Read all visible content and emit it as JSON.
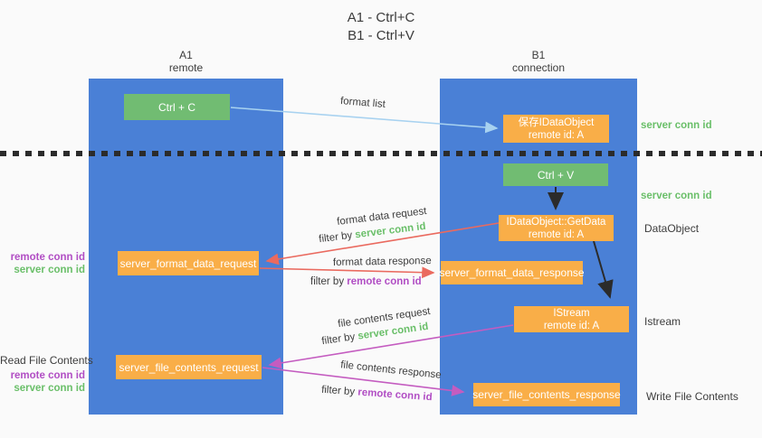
{
  "title": {
    "line1": "A1 - Ctrl+C",
    "line2": "B1 - Ctrl+V"
  },
  "columns": {
    "a1": {
      "name": "A1",
      "subtitle": "remote"
    },
    "b1": {
      "name": "B1",
      "subtitle": "connection"
    }
  },
  "nodes": {
    "ctrl_c": "Ctrl + C",
    "ctrl_v": "Ctrl + V",
    "save_idataobject": {
      "line1": "保存IDataObject",
      "line2": "remote id: A"
    },
    "getdata": {
      "line1": "IDataObject::GetData",
      "line2": "remote id: A"
    },
    "istream": {
      "line1": "IStream",
      "line2": "remote id: A"
    },
    "server_format_data_request": "server_format_data_request",
    "server_format_data_response": "server_format_data_response",
    "server_file_contents_request": "server_file_contents_request",
    "server_file_contents_response": "server_file_contents_response"
  },
  "arrow_labels": {
    "format_list": "format list",
    "format_data_request": "format data request",
    "format_data_response": "format data response",
    "file_contents_request": "file contents request",
    "file_contents_response": "file contents response",
    "filter_by": "filter by ",
    "server_conn_id": "server conn id",
    "remote_conn_id": "remote conn id"
  },
  "side_labels": {
    "right_server_conn_id_top": "server conn id",
    "right_server_conn_id_mid": "server conn id",
    "right_dataobject": "DataObject",
    "right_istream": "Istream",
    "right_write_file_contents": "Write File Contents",
    "left_remote_conn_id_1": "remote conn id",
    "left_server_conn_id_1": "server conn id",
    "left_read_file_contents": "Read File Contents",
    "left_remote_conn_id_2": "remote conn id",
    "left_server_conn_id_2": "server conn id"
  },
  "colors": {
    "column_blue": "#4a80d6",
    "node_green": "#71bc72",
    "node_orange": "#f9ae48",
    "arrow_light_blue": "#a8d2f0",
    "arrow_red": "#ea6a5f",
    "arrow_magenta": "#c45cc0",
    "arrow_black": "#2b2b2b",
    "label_green": "#6abf69",
    "label_purple": "#b14ec4"
  }
}
